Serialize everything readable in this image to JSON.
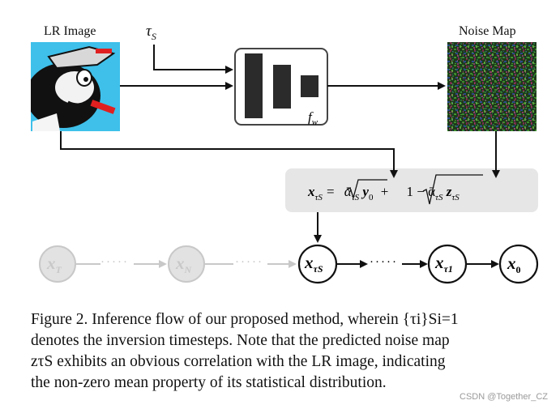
{
  "labels": {
    "lr_image": "LR Image",
    "tau_s": "τ",
    "tau_s_sub": "S",
    "noise_map": "Noise Map",
    "network": "f",
    "network_sub": "w"
  },
  "equation": {
    "lhs": "x",
    "lhs_sub": "τS",
    "eq": "=",
    "alpha1": "ᾱ",
    "alpha1_sub": "τS",
    "y0": "y",
    "y0_sub": "0",
    "plus": "+",
    "one_minus": "1 − ᾱ",
    "alpha2_sub": "τS",
    "z": "z",
    "z_sub": "τS"
  },
  "nodes": [
    {
      "main": "x",
      "sub": "T"
    },
    {
      "main": "x",
      "sub": "N"
    },
    {
      "main": "x",
      "sub": "τS"
    },
    {
      "main": "x",
      "sub": "τ1"
    },
    {
      "main": "x",
      "sub": "0"
    }
  ],
  "dots": "·····",
  "caption": {
    "lines": [
      "Figure 2. Inference flow of our proposed method, wherein {τi}Si=1",
      "denotes the inversion timesteps. Note that the predicted noise map",
      "zτS exhibits an obvious correlation with the LR image, indicating",
      "the non-zero mean property of its statistical distribution."
    ]
  },
  "watermark": "CSDN @Together_CZ",
  "colors": {
    "sky": "#3ec0ea",
    "gray_block": "#2b2b2b",
    "eq_box": "#e6e6e6",
    "faded": "#c8c8c8"
  }
}
